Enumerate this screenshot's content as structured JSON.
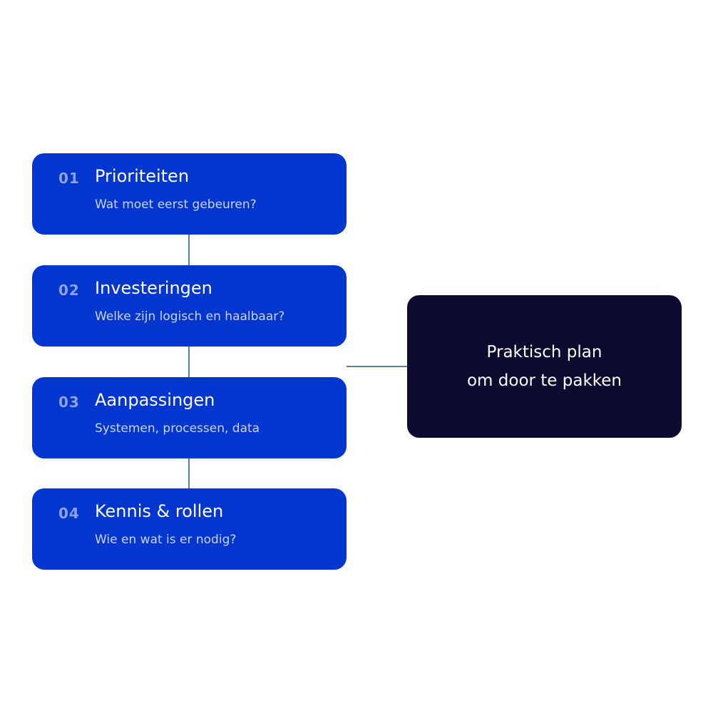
{
  "colors": {
    "step_card": "#0336cf",
    "result_card": "#0b0c2f",
    "connector": "#5a7f9b",
    "number_text": "#8ea3de",
    "subtitle_text": "#c9d4f5"
  },
  "steps": [
    {
      "number": "01",
      "title": "Prioriteiten",
      "subtitle": "Wat moet eerst gebeuren?"
    },
    {
      "number": "02",
      "title": "Investeringen",
      "subtitle": "Welke zijn logisch en haalbaar?"
    },
    {
      "number": "03",
      "title": "Aanpassingen",
      "subtitle": "Systemen, processen, data"
    },
    {
      "number": "04",
      "title": "Kennis & rollen",
      "subtitle": "Wie en wat is er nodig?"
    }
  ],
  "result": {
    "lines": [
      "Praktisch plan",
      "om door te pakken"
    ]
  }
}
